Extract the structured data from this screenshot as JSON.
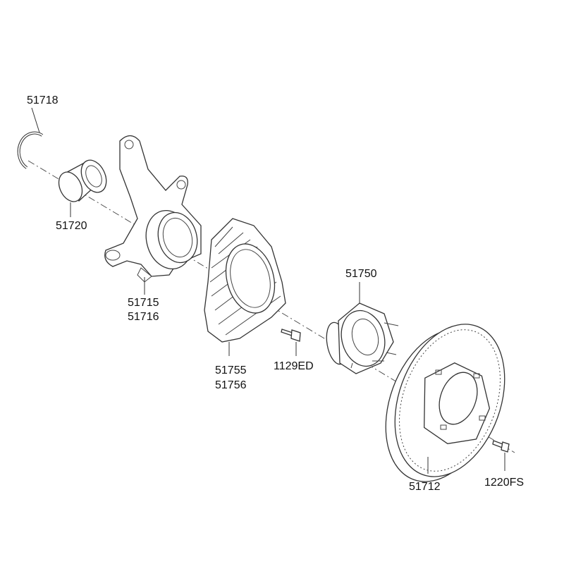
{
  "diagram": {
    "parts": [
      {
        "id": "snap-ring",
        "labels": [
          "51718"
        ]
      },
      {
        "id": "wheel-bearing",
        "labels": [
          "51720"
        ]
      },
      {
        "id": "steering-knuckle",
        "labels": [
          "51715",
          "51716"
        ]
      },
      {
        "id": "dust-cover",
        "labels": [
          "51755",
          "51756"
        ]
      },
      {
        "id": "shield-bolt",
        "labels": [
          "1129ED"
        ]
      },
      {
        "id": "wheel-hub",
        "labels": [
          "51750"
        ]
      },
      {
        "id": "brake-disc",
        "labels": [
          "51712"
        ]
      },
      {
        "id": "disc-screw",
        "labels": [
          "1220FS"
        ]
      }
    ]
  }
}
